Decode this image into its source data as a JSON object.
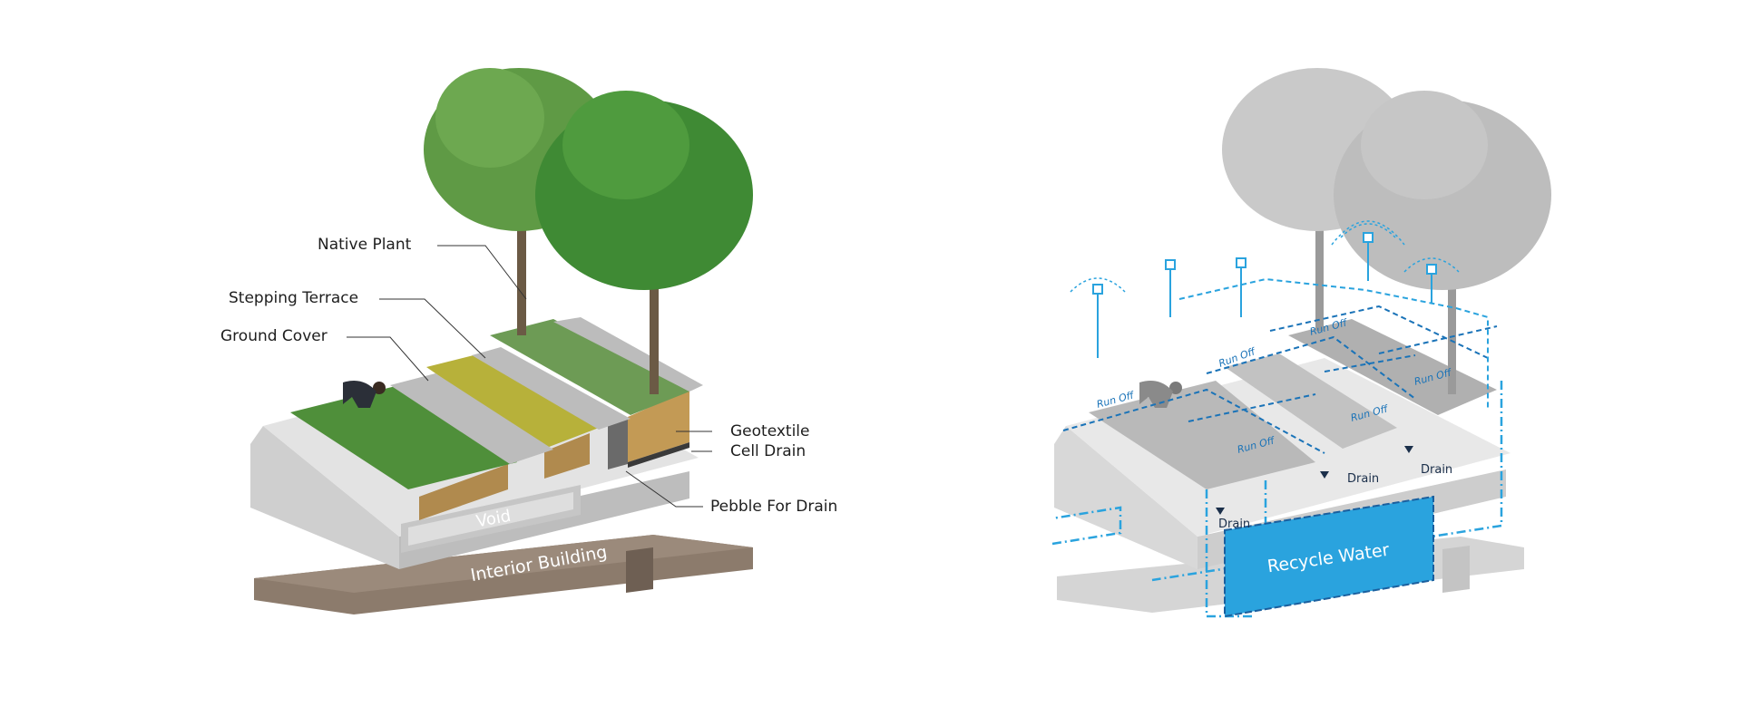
{
  "left_diagram": {
    "labels": {
      "native_plant": "Native Plant",
      "stepping_terrace": "Stepping Terrace",
      "ground_cover": "Ground Cover",
      "geotextile": "Geotextile",
      "cell_drain": "Cell Drain",
      "pebble_for_drain": "Pebble For Drain",
      "void": "Void",
      "interior_building": "Interior Building"
    }
  },
  "right_diagram": {
    "labels": {
      "run_off_1": "Run Off",
      "run_off_2": "Run Off",
      "run_off_3": "Run Off",
      "run_off_4": "Run Off",
      "run_off_5": "Run Off",
      "run_off_6": "Run Off",
      "drain_1": "Drain",
      "drain_2": "Drain",
      "drain_3": "Drain",
      "recycle_water": "Recycle Water"
    }
  },
  "colors": {
    "accent_blue": "#2aa3de",
    "dark_blue": "#1a5f9e",
    "concrete": "#d9d9d9",
    "building_brown": "#8c7b6c",
    "foliage_green": "#4f8f3a"
  }
}
